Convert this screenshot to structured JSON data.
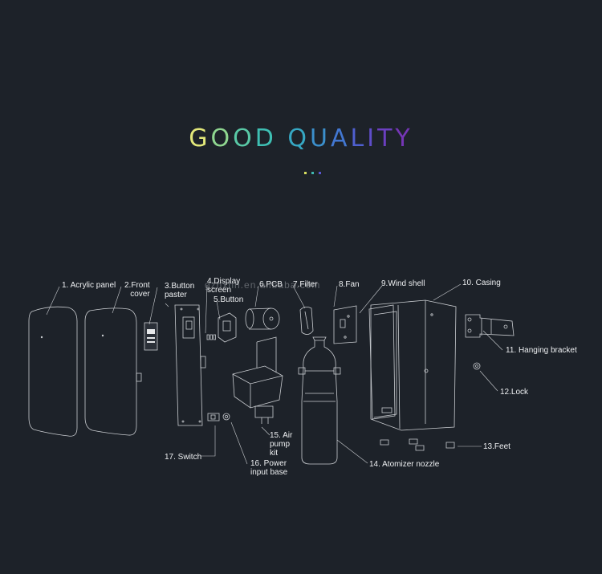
{
  "title": {
    "letters": [
      "G",
      "O",
      "O",
      "D",
      " ",
      "Q",
      "U",
      "A",
      "L",
      "I",
      "T",
      "Y"
    ],
    "colors": [
      "#e3e87a",
      "#8fd690",
      "#59c9a6",
      "#3ebfb3",
      "#000000",
      "#36a8c4",
      "#3b8fcc",
      "#4277d1",
      "#4f60d0",
      "#5e4dc9",
      "#6b3fc0",
      "#7536b6"
    ]
  },
  "dot_colors": [
    "#d8e060",
    "#3fb8b0",
    "#5a55d0"
  ],
  "parts": [
    {
      "id": "acrylic-panel",
      "label": "1. Acrylic panel"
    },
    {
      "id": "front-cover",
      "label": "2.Front\ncover"
    },
    {
      "id": "button-paster",
      "label": "3.Button\npaster"
    },
    {
      "id": "display-screen",
      "label": "4.Display\nscreen"
    },
    {
      "id": "button",
      "label": "5.Button"
    },
    {
      "id": "pcb",
      "label": "6.PCB"
    },
    {
      "id": "filter",
      "label": "7.Filter"
    },
    {
      "id": "fan",
      "label": "8.Fan"
    },
    {
      "id": "wind-shell",
      "label": "9.Wind shell"
    },
    {
      "id": "casing",
      "label": "10. Casing"
    },
    {
      "id": "hanging-bracket",
      "label": "11. Hanging bracket"
    },
    {
      "id": "lock",
      "label": "12.Lock"
    },
    {
      "id": "feet",
      "label": "13.Feet"
    },
    {
      "id": "atomizer-nozzle",
      "label": "14. Atomizer nozzle"
    },
    {
      "id": "air-pump-kit",
      "label": "15. Air\npump\nkit"
    },
    {
      "id": "power-input-base",
      "label": "16. Power\ninput base"
    },
    {
      "id": "switch",
      "label": "17. Switch"
    }
  ],
  "watermark": "gzhxhh.en.alibaba.com"
}
